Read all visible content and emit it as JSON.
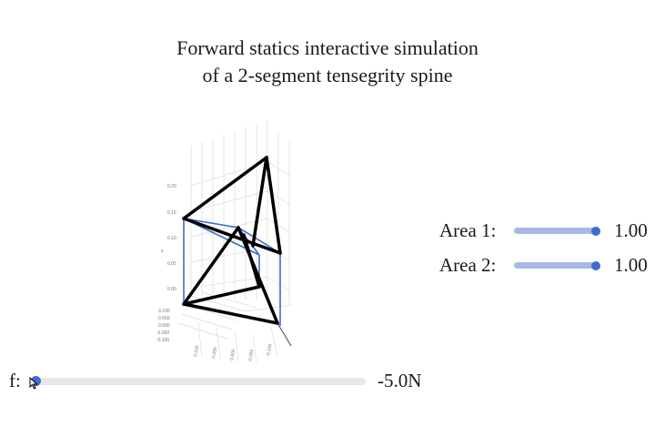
{
  "title": {
    "line1": "Forward statics interactive simulation",
    "line2": "of a 2-segment tensegrity spine"
  },
  "plot": {
    "z_ticks": [
      "0.20",
      "0.15",
      "0.10",
      "0.05",
      "0.00"
    ],
    "z_axis_label": "z",
    "y_ticks": [
      "0.100",
      "0.050",
      "0.000",
      "-0.050",
      "-0.100"
    ],
    "x_ticks": [
      "0.100",
      "0.050",
      "0.000",
      "-0.050",
      "-0.100"
    ],
    "colors": {
      "bars": "#000000",
      "cables": "#3f6ccd",
      "grid": "#dddddd"
    }
  },
  "area1": {
    "label": "Area 1:",
    "value": "1.00",
    "level": 1.0
  },
  "area2": {
    "label": "Area 2:",
    "value": "1.00",
    "level": 1.0
  },
  "force": {
    "label": "f:",
    "value": "-5.0N",
    "level": 0.0
  },
  "colors": {
    "accent": "#3f6ccd",
    "track_active": "#a8b9e6",
    "track_idle": "#e8e8e8"
  }
}
